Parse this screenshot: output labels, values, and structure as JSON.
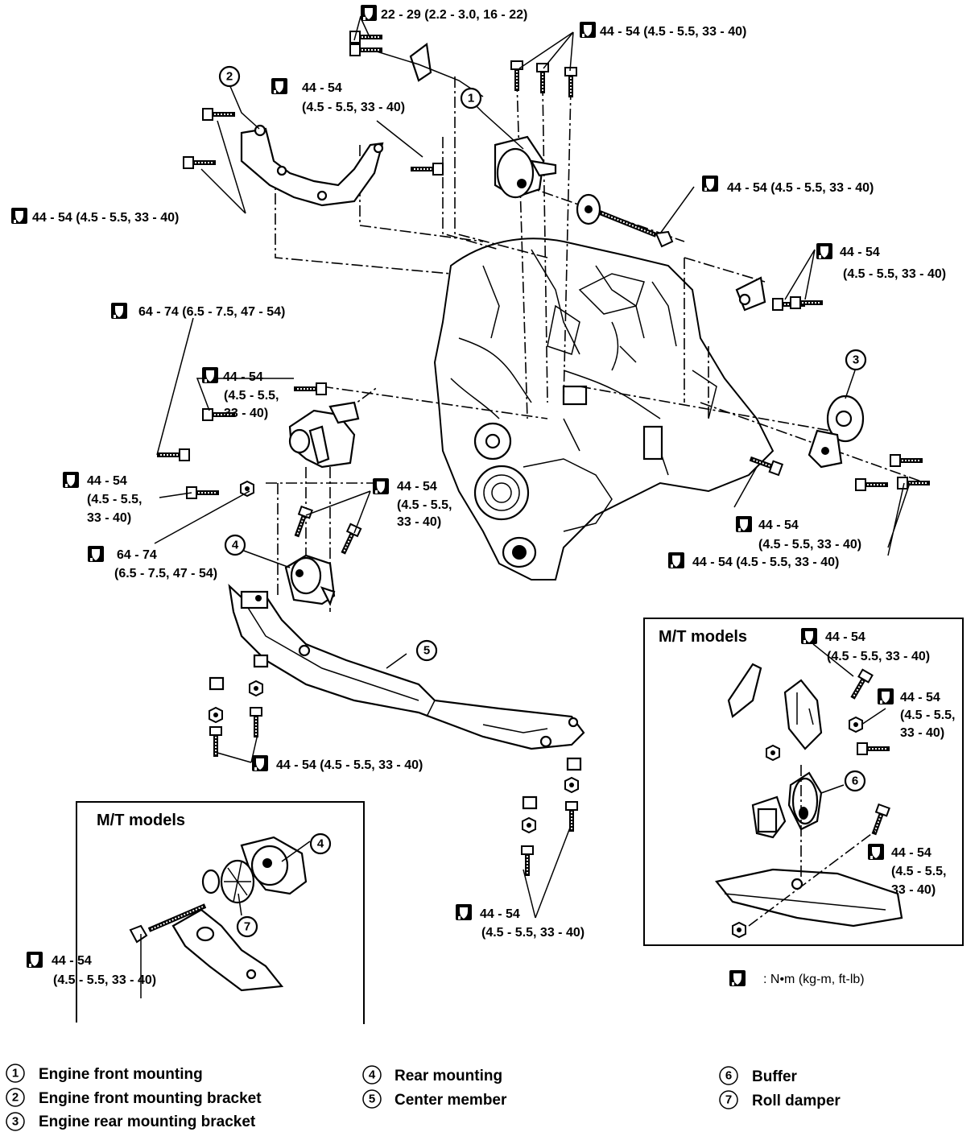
{
  "torque_labels": {
    "t01": "22 - 29 (2.2 - 3.0, 16 - 22)",
    "t02": "44 - 54 (4.5 - 5.5, 33 - 40)",
    "t03_a": "44 - 54",
    "t03_b": "(4.5 - 5.5, 33 - 40)",
    "t04": "44 - 54 (4.5 - 5.5, 33 - 40)",
    "t05": "44 - 54 (4.5 - 5.5, 33 - 40)",
    "t06_a": "44 - 54",
    "t06_b": "(4.5 - 5.5, 33 - 40)",
    "t07": "64 - 74 (6.5 - 7.5, 47 - 54)",
    "t08_a": "44 - 54",
    "t08_b": "(4.5 - 5.5,",
    "t08_c": "33 - 40)",
    "t09_a": "44 - 54",
    "t09_b": "(4.5 - 5.5,",
    "t09_c": "33 - 40)",
    "t10_a": "44 - 54",
    "t10_b": "(4.5 - 5.5,",
    "t10_c": "33 - 40)",
    "t11_a": "64 - 74",
    "t11_b": "(6.5 - 7.5, 47 - 54)",
    "t12_a": "44 - 54",
    "t12_b": "(4.5 - 5.5, 33 - 40)",
    "t13": "44 - 54 (4.5 - 5.5, 33 - 40)",
    "t14": "44 - 54 (4.5 - 5.5, 33 - 40)",
    "t15_a": "44 - 54",
    "t15_b": "(4.5 - 5.5, 33 - 40)",
    "t16_a": "44 - 54",
    "t16_b": "(4.5 - 5.5, 33 - 40)",
    "t17_a": "44 - 54",
    "t17_b": "(4.5 - 5.5, 33 - 40)",
    "t18_a": "44 - 54",
    "t18_b": "(4.5 - 5.5,",
    "t18_c": "33 - 40)",
    "t19_a": "44 - 54",
    "t19_b": "(4.5 - 5.5,",
    "t19_c": "33 - 40)"
  },
  "units_note": ": N•m (kg-m, ft-lb)",
  "insets": {
    "mt_left_title": "M/T models",
    "mt_right_title": "M/T models"
  },
  "callouts": [
    "1",
    "2",
    "3",
    "4",
    "5",
    "6",
    "7"
  ],
  "legend": [
    {
      "num": "1",
      "text": "Engine front mounting"
    },
    {
      "num": "2",
      "text": "Engine front mounting bracket"
    },
    {
      "num": "3",
      "text": "Engine rear mounting bracket"
    },
    {
      "num": "4",
      "text": "Rear mounting"
    },
    {
      "num": "5",
      "text": "Center member"
    },
    {
      "num": "6",
      "text": "Buffer"
    },
    {
      "num": "7",
      "text": "Roll damper"
    }
  ]
}
